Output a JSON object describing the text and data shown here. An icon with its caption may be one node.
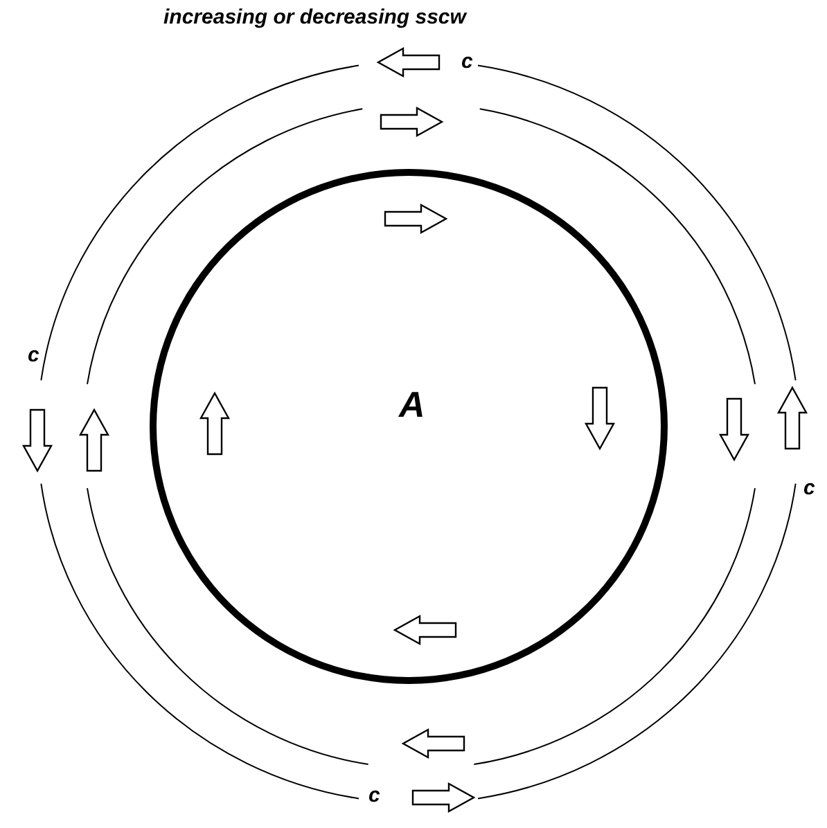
{
  "diagram": {
    "title": "increasing or decreasing sscw",
    "nodes": [
      {
        "text": [
          "A"
        ]
      }
    ],
    "labels": [
      "c",
      "c",
      "c",
      "c"
    ]
  }
}
